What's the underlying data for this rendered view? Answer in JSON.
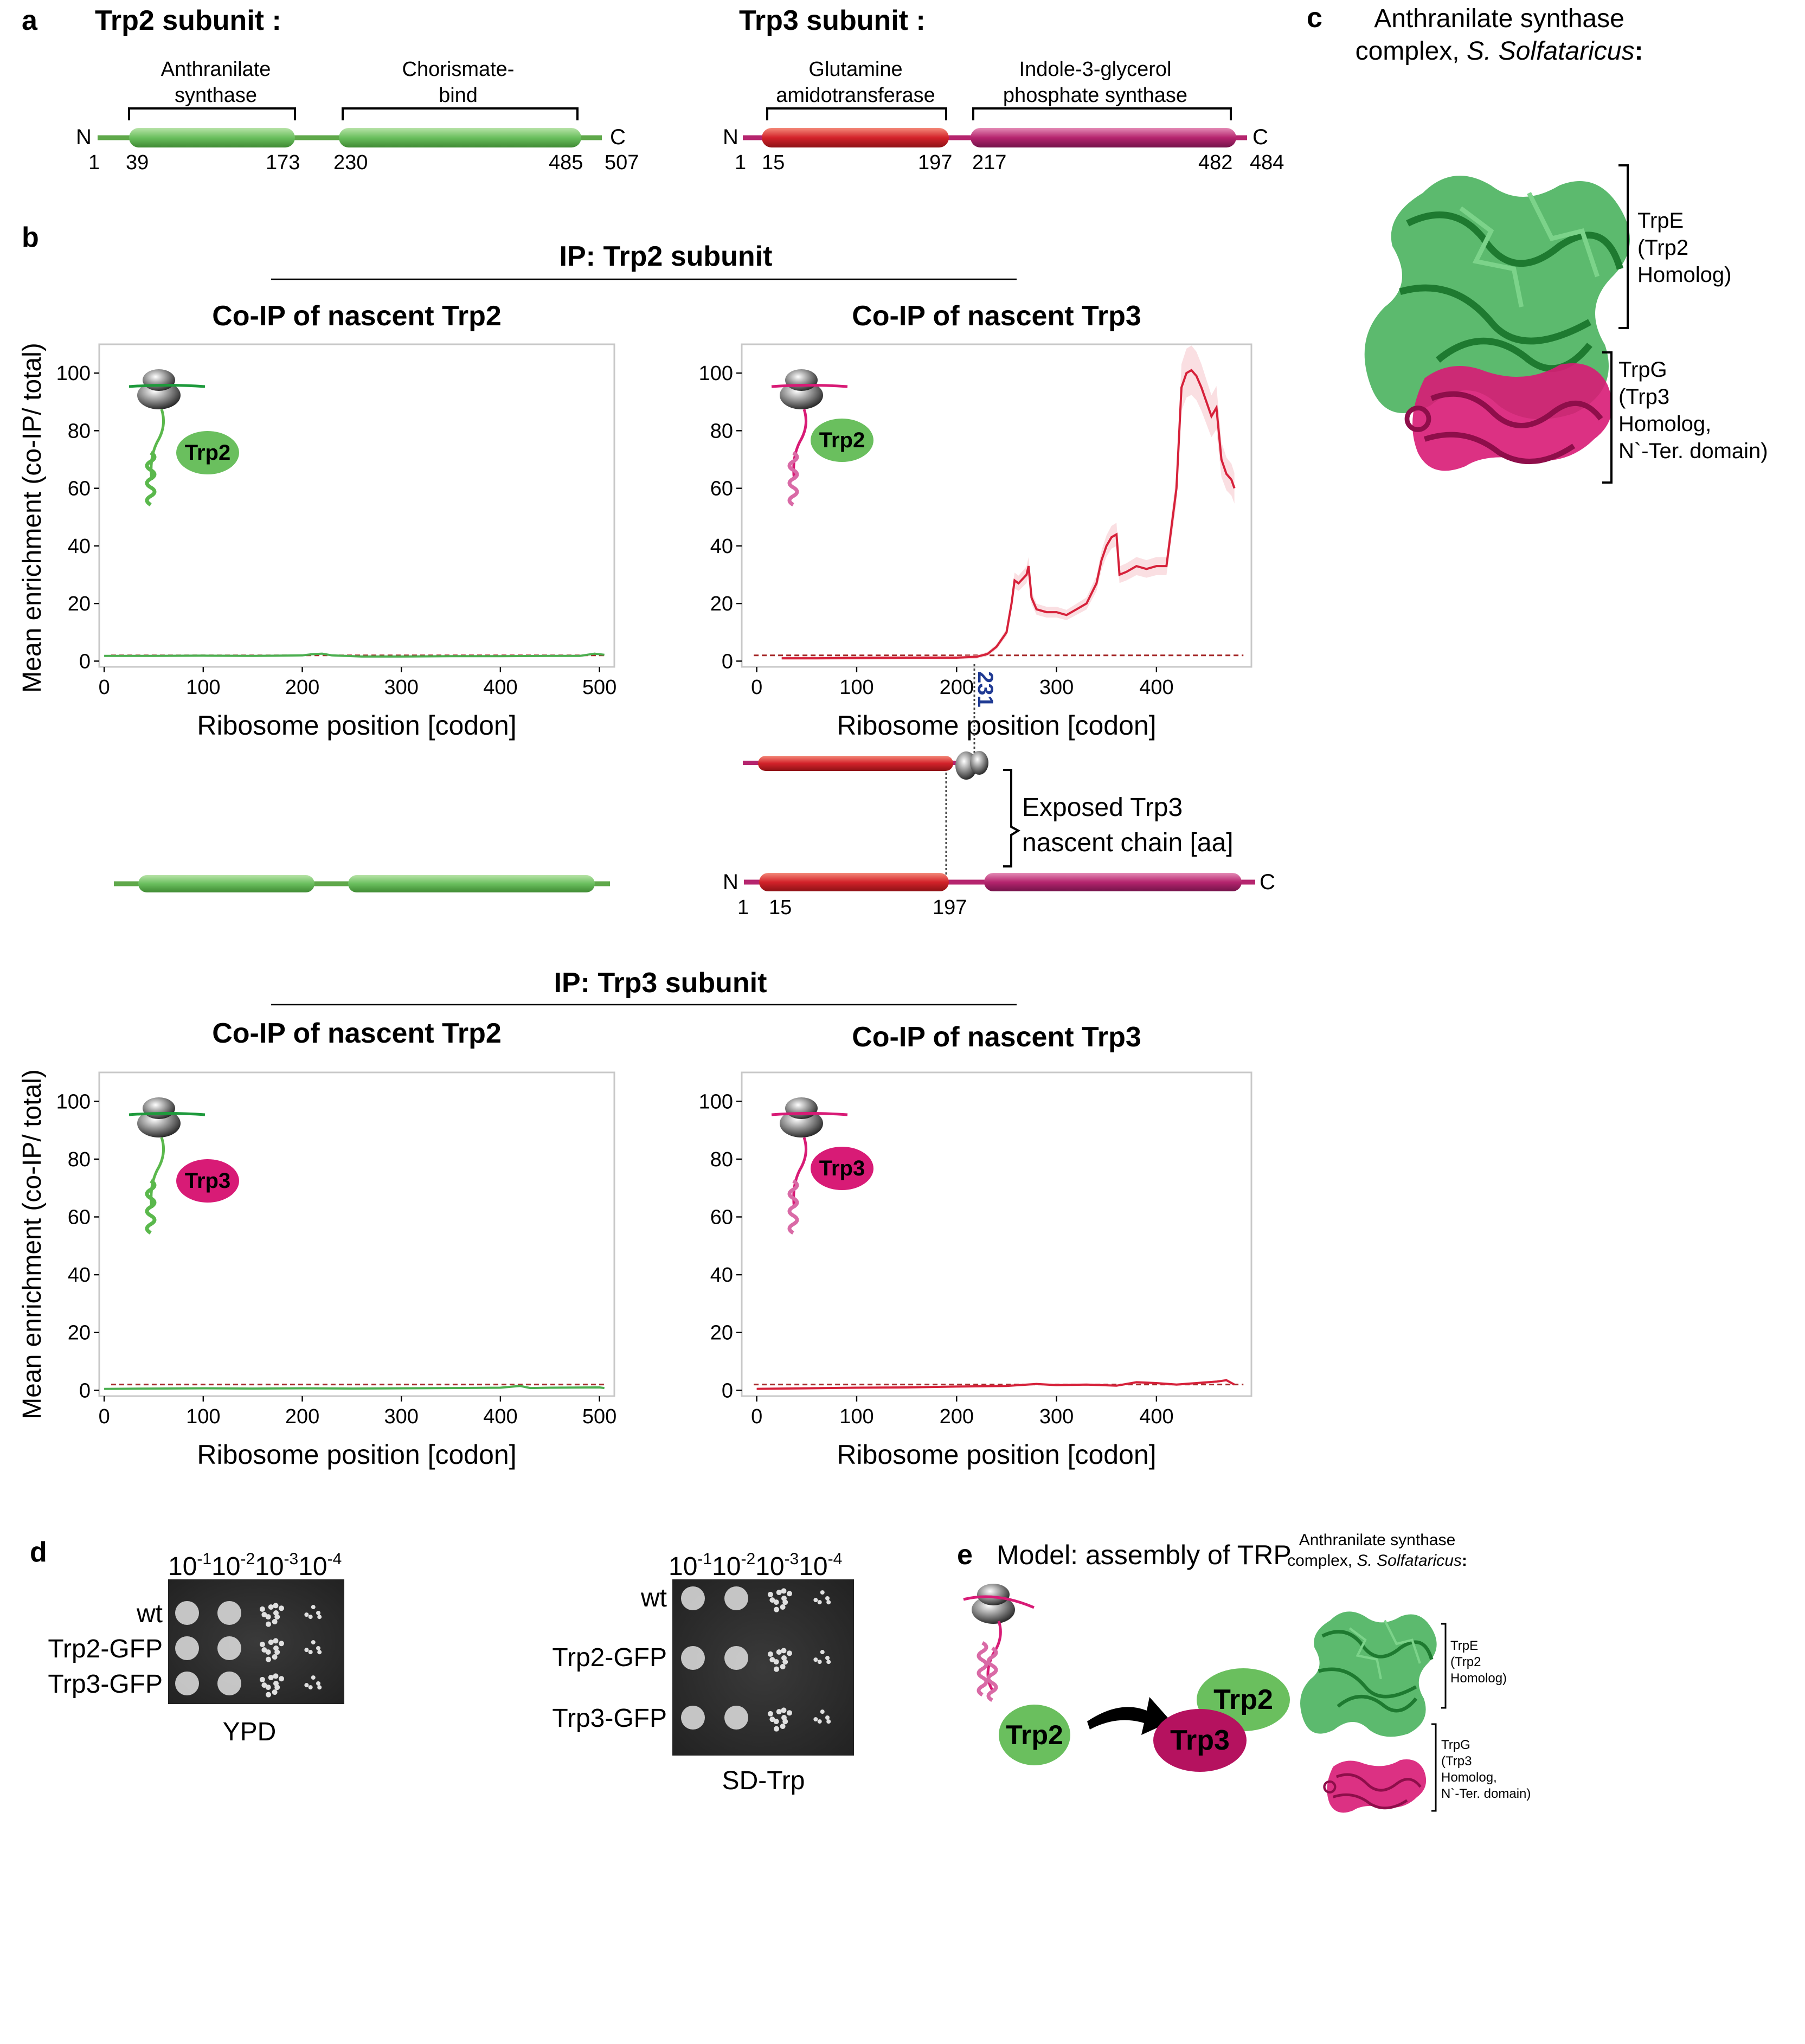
{
  "panels": {
    "a": "a",
    "b": "b",
    "c": "c",
    "d": "d",
    "e": "e"
  },
  "panel_a": {
    "trp2": {
      "title": "Trp2 subunit :",
      "domain1_line1": "Anthranilate",
      "domain1_line2": "synthase",
      "domain2_line1": "Chorismate-",
      "domain2_line2": "bind",
      "n_label": "N",
      "c_label": "C",
      "positions": [
        "1",
        "39",
        "173",
        "230",
        "485",
        "507"
      ]
    },
    "trp3": {
      "title": "Trp3 subunit :",
      "domain1_line1": "Glutamine",
      "domain1_line2": "amidotransferase",
      "domain2_line1": "Indole-3-glycerol",
      "domain2_line2": "phosphate synthase",
      "n_label": "N",
      "c_label": "C",
      "positions": [
        "1",
        "15",
        "197",
        "217",
        "482",
        "484"
      ]
    }
  },
  "panel_b": {
    "ip_trp2_header": "IP: Trp2 subunit",
    "ip_trp3_header": "IP: Trp3 subunit",
    "shared_ylabel": "Mean enrichment (co-IP/ total)",
    "marker_231": "231",
    "exposed_line1": "Exposed Trp3",
    "exposed_line2": "nascent chain [aa]",
    "schematic_n": "N",
    "schematic_c": "C",
    "schematic_positions": [
      "1",
      "15",
      "197"
    ]
  },
  "panel_c": {
    "title_line1": "Anthranilate synthase",
    "title_line2": "complex,",
    "title_species": "S. Solfataricus",
    "title_colon": ":",
    "trpe_line1": "TrpE",
    "trpe_line2": "(Trp2",
    "trpe_line3": "Homolog)",
    "trpg_line1": "TrpG",
    "trpg_line2": "(Trp3",
    "trpg_line3": "Homolog,",
    "trpg_line4": "N`-Ter. domain)"
  },
  "panel_d": {
    "dilutions": [
      "10",
      "10",
      "10",
      "10"
    ],
    "exponents": [
      "-1",
      "-2",
      "-3",
      "-4"
    ],
    "rows": [
      "wt",
      "Trp2-GFP",
      "Trp3-GFP"
    ],
    "plate1_label": "YPD",
    "plate2_label": "SD-Trp",
    "colors": {
      "plate": "#2c2c2c",
      "colony": "#e0e0e0"
    }
  },
  "panel_e": {
    "title": "Model: assembly of TRP",
    "bubble_trp2": "Trp2",
    "bubble_trp3": "Trp3",
    "small_title_line1": "Anthranilate synthase",
    "small_title_line2": "complex,",
    "small_species": "S. Solfataricus",
    "small_colon": ":",
    "trpe_line1": "TrpE",
    "trpe_line2": "(Trp2",
    "trpe_line3": "Homolog)",
    "trpg_line1": "TrpG",
    "trpg_line2": "(Trp3",
    "trpg_line3": "Homolog,",
    "trpg_line4": "N`-Ter. domain)"
  },
  "colors": {
    "trp2_green": "#6abf5e",
    "trp2_dark": "#4a9a3c",
    "trp3_red": "#d3222a",
    "trp3_magenta": "#b5256e",
    "line_green": "#4caf50",
    "line_red": "#d6213a",
    "dashed": "#a52a2a",
    "marker_blue": "#1f3a93"
  },
  "chart_data": [
    {
      "type": "line",
      "title": "Co-IP of nascent Trp2",
      "xlabel": "Ribosome position [codon]",
      "ylabel": "Mean enrichment (co-IP/ total)",
      "xlim": [
        -5,
        515
      ],
      "ylim": [
        -2,
        110
      ],
      "xticks": [
        0,
        100,
        200,
        300,
        400,
        500
      ],
      "yticks": [
        0,
        20,
        40,
        60,
        80,
        100
      ],
      "threshold": 2,
      "inset_label": "Trp2",
      "inset_type": "trp2",
      "series": [
        {
          "color": "#4caf50",
          "x": [
            0,
            50,
            100,
            150,
            200,
            210,
            220,
            230,
            260,
            300,
            350,
            400,
            450,
            480,
            495,
            505
          ],
          "y": [
            1.8,
            1.8,
            1.9,
            1.8,
            2.0,
            2.4,
            2.6,
            2.0,
            1.6,
            1.6,
            1.7,
            1.7,
            1.8,
            1.8,
            2.6,
            2.2
          ]
        }
      ]
    },
    {
      "type": "line",
      "title": "Co-IP of nascent Trp3",
      "xlabel": "Ribosome position [codon]",
      "ylabel": "",
      "xlim": [
        -15,
        495
      ],
      "ylim": [
        -2,
        110
      ],
      "xticks": [
        0,
        100,
        200,
        300,
        400
      ],
      "yticks": [
        0,
        20,
        40,
        60,
        80,
        100
      ],
      "threshold": 2,
      "inset_label": "Trp2",
      "inset_type": "trp3",
      "series": [
        {
          "color": "#d6213a",
          "x": [
            25,
            60,
            100,
            150,
            200,
            220,
            231,
            240,
            250,
            255,
            258,
            262,
            270,
            272,
            275,
            280,
            290,
            300,
            310,
            320,
            330,
            340,
            345,
            350,
            355,
            360,
            363,
            370,
            380,
            390,
            400,
            410,
            420,
            425,
            430,
            435,
            440,
            445,
            450,
            455,
            460,
            465,
            470,
            475,
            478
          ],
          "y": [
            1,
            1,
            1.1,
            1.2,
            1.2,
            1.5,
            2.5,
            5,
            10,
            20,
            28,
            27,
            30,
            33,
            22,
            18,
            17,
            17,
            16,
            18,
            20,
            27,
            35,
            40,
            43,
            44,
            30,
            31,
            33,
            32,
            33,
            33,
            60,
            95,
            100,
            101,
            99,
            95,
            90,
            85,
            88,
            70,
            65,
            63,
            60
          ]
        }
      ]
    },
    {
      "type": "line",
      "title": "Co-IP of nascent Trp2",
      "xlabel": "Ribosome position [codon]",
      "ylabel": "",
      "xlim": [
        -5,
        515
      ],
      "ylim": [
        -2,
        110
      ],
      "xticks": [
        0,
        100,
        200,
        300,
        400,
        500
      ],
      "yticks": [
        0,
        20,
        40,
        60,
        80,
        100
      ],
      "threshold": 2,
      "inset_label": "Trp3",
      "inset_type": "trp2",
      "series": [
        {
          "color": "#4caf50",
          "x": [
            0,
            50,
            100,
            150,
            200,
            250,
            300,
            350,
            400,
            420,
            430,
            450,
            500,
            505
          ],
          "y": [
            0.5,
            0.6,
            0.7,
            0.6,
            0.7,
            0.6,
            0.7,
            0.8,
            0.9,
            1.5,
            0.8,
            0.9,
            1.0,
            0.8
          ]
        }
      ]
    },
    {
      "type": "line",
      "title": "Co-IP of nascent Trp3",
      "xlabel": "Ribosome position [codon]",
      "ylabel": "",
      "xlim": [
        -15,
        495
      ],
      "ylim": [
        -2,
        110
      ],
      "xticks": [
        0,
        100,
        200,
        300,
        400
      ],
      "yticks": [
        0,
        20,
        40,
        60,
        80,
        100
      ],
      "threshold": 2,
      "inset_label": "Trp3",
      "inset_type": "trp3",
      "series": [
        {
          "color": "#d6213a",
          "x": [
            0,
            50,
            100,
            150,
            200,
            250,
            280,
            300,
            330,
            360,
            380,
            400,
            420,
            440,
            460,
            470,
            478
          ],
          "y": [
            0.5,
            0.7,
            0.9,
            1.0,
            1.3,
            1.5,
            2.2,
            1.8,
            2.0,
            1.6,
            2.8,
            2.5,
            2.0,
            2.5,
            3.0,
            3.5,
            2.0
          ]
        }
      ]
    }
  ]
}
